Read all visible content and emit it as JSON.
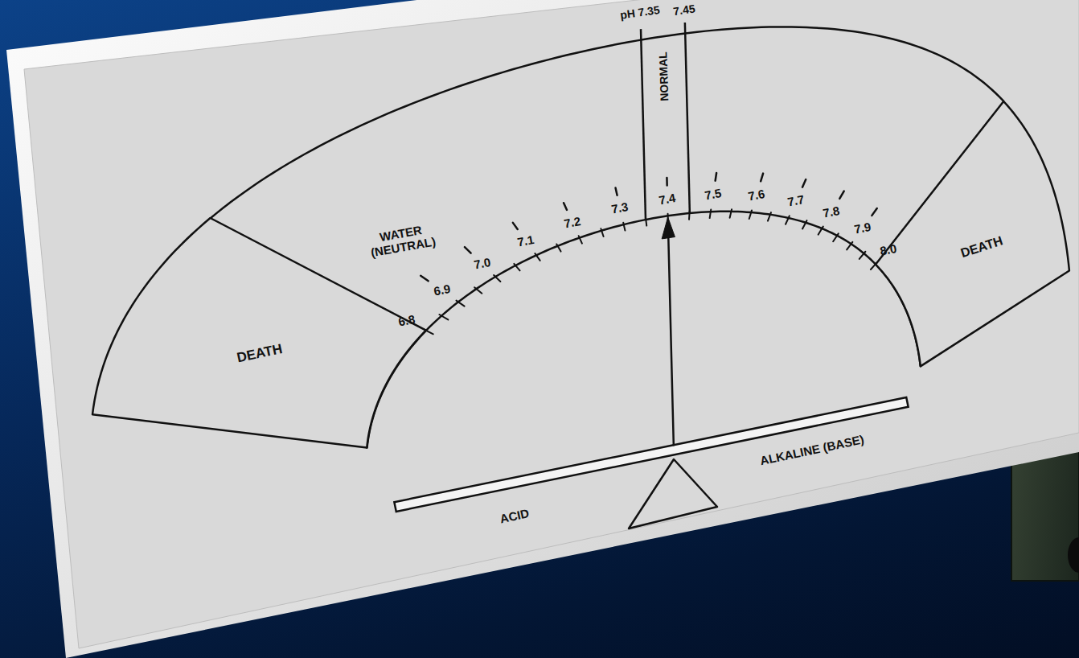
{
  "diagram": {
    "nodes": [
      {
        "text": [
          "DEATH"
        ]
      },
      {
        "text": [
          "NORMAL"
        ]
      },
      {
        "text": [
          "DEATH"
        ]
      }
    ],
    "labels": [
      "pH 7.35",
      "7.45",
      "WATER (NEUTRAL)",
      "6.8",
      "6.9",
      "7.0",
      "7.1",
      "7.2",
      "7.3",
      "7.4",
      "7.5",
      "7.6",
      "7.7",
      "7.8",
      "7.9",
      "8.0",
      "ACID",
      "ALKALINE (BASE)"
    ]
  }
}
